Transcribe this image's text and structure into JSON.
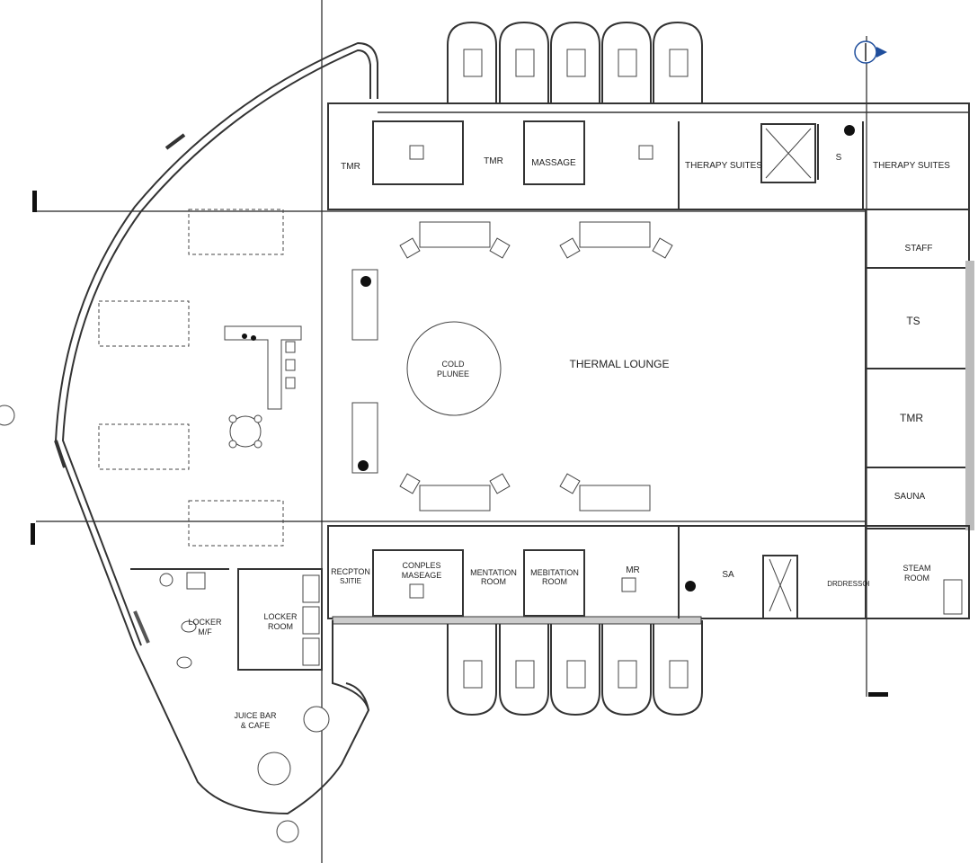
{
  "title": "Spa Floor Plan",
  "rooms": {
    "tmr_top_left": "TMR",
    "tmr_top_mid": "TMR",
    "massage": "MASSAGE",
    "therapy_suites_1": "THERAPY SUITES",
    "s": "S",
    "therapy_suites_2": "THERAPY SUITES",
    "staff": "STAFF",
    "ts": "TS",
    "tmr_right": "TMR",
    "sauna": "SAUNA",
    "thermal_lounge": "THERMAL LOUNGE",
    "cold_plunge_1": "COLD",
    "cold_plunge_2": "PLUNEE",
    "reception_1": "RECPTON",
    "reception_2": "SJITIE",
    "couples_1": "CONPLES",
    "couples_2": "MASEAGE",
    "mentation_1": "MENTATION",
    "mentation_2": "ROOM",
    "meditation_1": "MEBITATION",
    "meditation_2": "ROOM",
    "mr": "MR",
    "sa": "SA",
    "dressing": "DRDRESSOI",
    "steam_1": "STEAM",
    "steam_2": "ROOM",
    "locker_mf_1": "LOCKER",
    "locker_mf_2": "M/F",
    "locker_room_1": "LOCKER",
    "locker_room_2": "ROOM",
    "juice_1": "JUICE BAR",
    "juice_2": "& CAFE"
  },
  "colors": {
    "line": "#333333",
    "background": "#ffffff",
    "north_marker": "#1f4e9c"
  },
  "icons": [
    "north-arrow-icon",
    "grid-marker-icon",
    "plant-icon",
    "bed-icon"
  ]
}
